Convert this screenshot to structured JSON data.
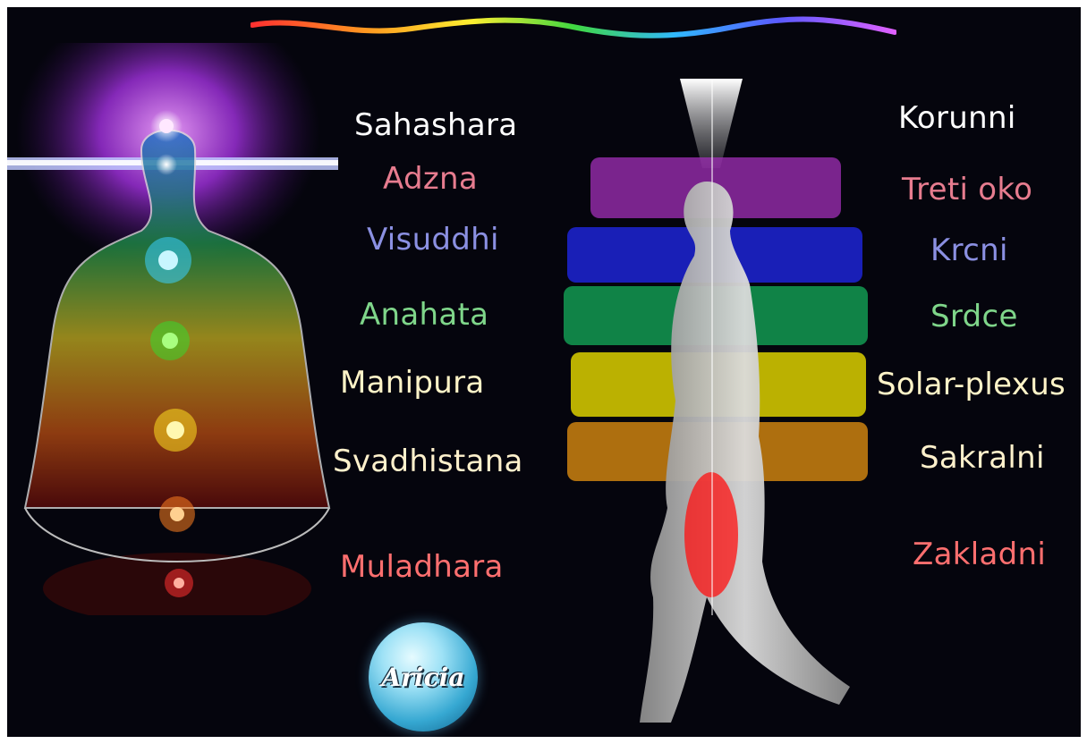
{
  "colors": {
    "background": "#05050d",
    "crown": "#ffffff",
    "third_eye": "#e77c8f",
    "throat": "#8b90e2",
    "heart": "#7fd68a",
    "solar_plexus": "#fff4c8",
    "sacral": "#fff1cc",
    "root": "#ff6f6f"
  },
  "sanskrit_labels": [
    "Sahashara",
    "Adzna",
    "Visuddhi",
    "Anahata",
    "Manipura",
    "Svadhistana",
    "Muladhara"
  ],
  "local_labels": [
    "Korunni",
    "Treti oko",
    "Krcni",
    "Srdce",
    "Solar-plexus",
    "Sakralni",
    "Zakladni"
  ],
  "logo": {
    "text": "Aricia"
  }
}
